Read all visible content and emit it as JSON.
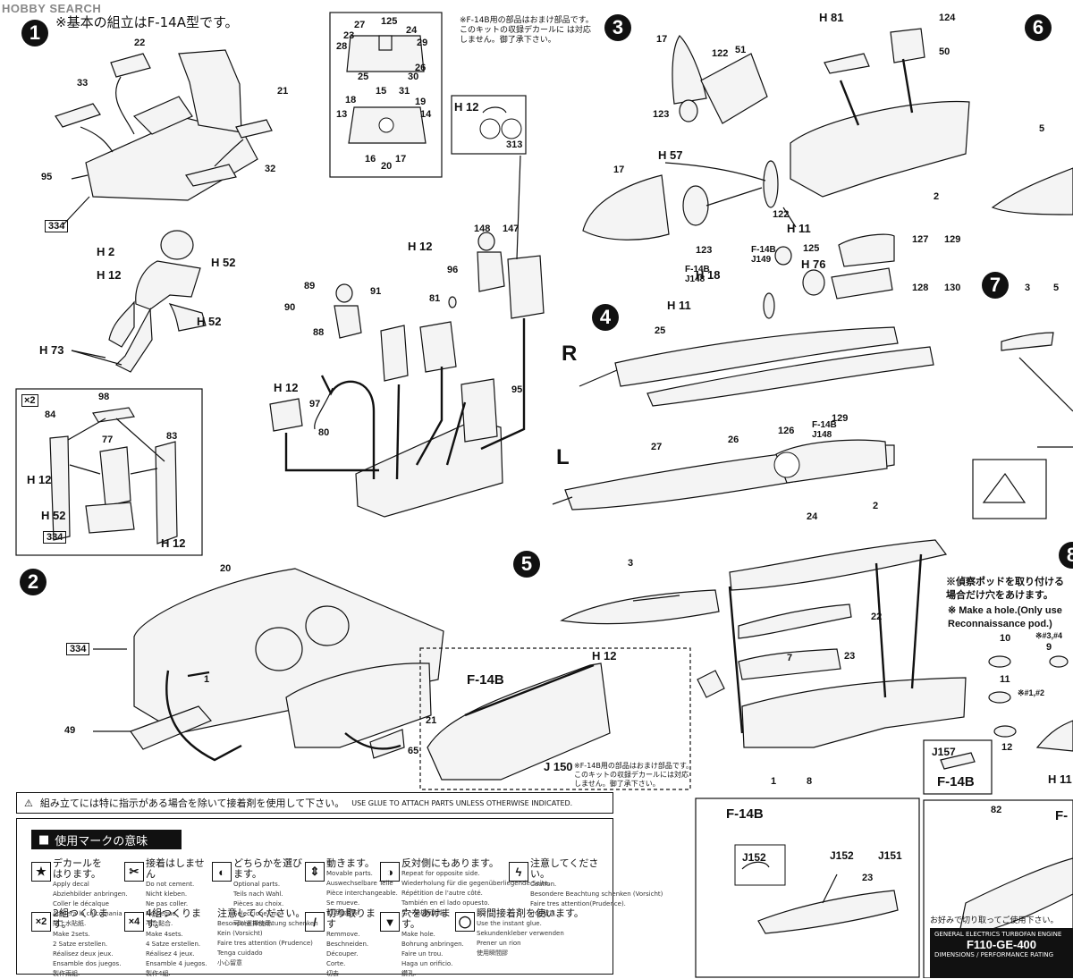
{
  "watermark": "HOBBY SEARCH",
  "step1": {
    "number": "1",
    "note": "※基本の組立はF-14A型です。",
    "parts": [
      "22",
      "33",
      "21",
      "95",
      "32",
      "334"
    ],
    "pilot": {
      "h_labels": [
        "H 2",
        "H 12",
        "H 73"
      ],
      "right_labels": [
        "H 52",
        "H 52"
      ]
    },
    "inset_parts": [
      "27",
      "125",
      "24",
      "23",
      "29",
      "28",
      "26",
      "25",
      "30",
      "31",
      "18",
      "15",
      "19",
      "13",
      "14",
      "16",
      "20",
      "17"
    ],
    "sub_inset": {
      "mult": "×2",
      "parts": [
        "98",
        "84",
        "77",
        "83"
      ],
      "h_labels": [
        "H 12",
        "H 52",
        "H 12"
      ],
      "box_num": "334"
    }
  },
  "step2": {
    "number": "2",
    "parts": [
      "20",
      "334",
      "1",
      "49",
      "21",
      "65"
    ]
  },
  "f14b_note": {
    "text": "※F-14B用の部品はおまけ部品です。\nこのキットの収録デカールに は対応\nしません。御了承下さい。"
  },
  "center": {
    "h12_top": "H 12",
    "ring_num": "313",
    "parts": [
      "148",
      "147",
      "96",
      "89",
      "90",
      "91",
      "88",
      "81",
      "97",
      "80",
      "95"
    ],
    "h12_labels": [
      "H 12",
      "H 12"
    ]
  },
  "step3": {
    "number": "3",
    "parts": [
      "17",
      "122",
      "51",
      "123",
      "17",
      "123",
      "122",
      "125",
      "127",
      "128",
      "129",
      "130",
      "50",
      "2",
      "124"
    ],
    "h_labels": [
      "H 81",
      "H 57",
      "H 11",
      "H 18",
      "H 76"
    ],
    "f14b": [
      "F-14B J149",
      "F-14B J148"
    ]
  },
  "step4": {
    "number": "4",
    "R": "R",
    "L": "L",
    "parts": [
      "25",
      "26",
      "27",
      "24",
      "126",
      "129"
    ],
    "h_labels": [
      "H 11"
    ],
    "f14b": "F-14B J148"
  },
  "step5": {
    "number": "5",
    "parts": [
      "3",
      "2",
      "22",
      "7",
      "23",
      "1",
      "8"
    ],
    "f14b_label": "F-14B",
    "h12": "H 12",
    "j150": "J 150",
    "note": "※F-14B用の部品はおまけ部品です。\nこのキットの収録デカールには対応\nしません。御了承下さい。"
  },
  "step6": {
    "number": "6",
    "parts": [
      "5"
    ]
  },
  "step7": {
    "number": "7",
    "parts": [
      "3",
      "5"
    ]
  },
  "step8": {
    "number": "8",
    "recon_jp": "※偵察ポッドを取り付ける\n場合だけ穴をあけます。",
    "recon_en": "※ Make a hole.(Only use\nReconnaissance pod.)",
    "notes": [
      "※#3,#4",
      "※#1,#2"
    ],
    "parts": [
      "10",
      "9",
      "11",
      "12"
    ],
    "h11": "H 11"
  },
  "f14b_bottom": {
    "label": "F-14B",
    "j152": "J152",
    "j152b": "J152",
    "j151": "J151",
    "part": "23"
  },
  "j157": {
    "code": "J157",
    "label": "F-14B"
  },
  "engine_box": {
    "part": "82",
    "caption": "お好みで切り取ってご使用下さい。",
    "f14b": "F-"
  },
  "f110": {
    "top": "GENERAL ELECTRICS TURBOFAN ENGINE",
    "model": "F110-GE-400",
    "stats": "DIMENSIONS / PERFORMANCE RATING"
  },
  "warning": {
    "jp": "組み立てには特に指示がある場合を除いて接着剤を使用して下さい。",
    "en": "USE GLUE TO ATTACH PARTS UNLESS OTHERWISE INDICATED."
  },
  "legend": {
    "title": "使用マークの意味",
    "items": [
      {
        "icon": "★",
        "jp": "デカールをはります。",
        "sub": "Apply decal\nAbziehbilder anbringen.\nColler le décalque\nAdhiera la calcomania\n貼上水貼紙."
      },
      {
        "icon": "✂",
        "jp": "接着はしません",
        "sub": "Do not cement.\nNicht kleben.\nNe pas coller.\nNo pegue.\n不合黏合."
      },
      {
        "icon": "◐",
        "jp": "どちらかを選びます。",
        "sub": "Optional parts.\nTeils nach Wahl.\nPièces au choix.\nSeleccione uno.\n可以選擇使用."
      },
      {
        "icon": "⇕",
        "jp": "動きます。",
        "sub": "Movable parts.\nAuswechselbare Teile\nPièce interchangeable.\nSe mueve.\n可活動組裝."
      },
      {
        "icon": "◑",
        "jp": "反対側にもあります。",
        "sub": "Repeat for opposite side.\nWiederholung für die gegenüberliegende Seite.\nRépétition de l'autre côté.\nTambién en el lado opuesto.\n另一邊相同組裝."
      },
      {
        "icon": "ϟ",
        "jp": "注意してください。",
        "sub": "Caution.\nBesondere Beachtung schenken (Vorsicht)\nFaire tres attention(Prudence).\n小心留意."
      },
      {
        "icon": "×2",
        "jp": "2組つくります。",
        "sub": "Make 2sets.\n2 Satze erstellen.\nRéalisez deux jeux.\nEnsamble dos juegos.\n製作兩組."
      },
      {
        "icon": "×4",
        "jp": "4組つくります。",
        "sub": "Make 4sets.\n4 Satze erstellen.\nRéalisez 4 jeux.\nEnsamble 4 juegos.\n製作4組."
      },
      {
        "icon": "",
        "jp": "注意してください。",
        "sub": "Besondere Beachtung schenken\nKein (Vorsicht)\nFaire tres attention (Prudence)\nTenga cuidado\n小心留意"
      },
      {
        "icon": "/",
        "jp": "切り取ります",
        "sub": "Remmove.\nBeschneiden.\nDécouper.\nCorte.\n切去"
      },
      {
        "icon": "▼",
        "jp": "穴をあけます。",
        "sub": "Make hole.\nBohrung anbringen.\nFaire un trou.\nHaga un orificio.\n鑽孔."
      },
      {
        "icon": "◯",
        "jp": "瞬間接着剤を使います。",
        "sub": "Use the instant glue.\nSekundenkleber verwenden\nPrener un rion\n使用瞬間膠"
      }
    ]
  }
}
